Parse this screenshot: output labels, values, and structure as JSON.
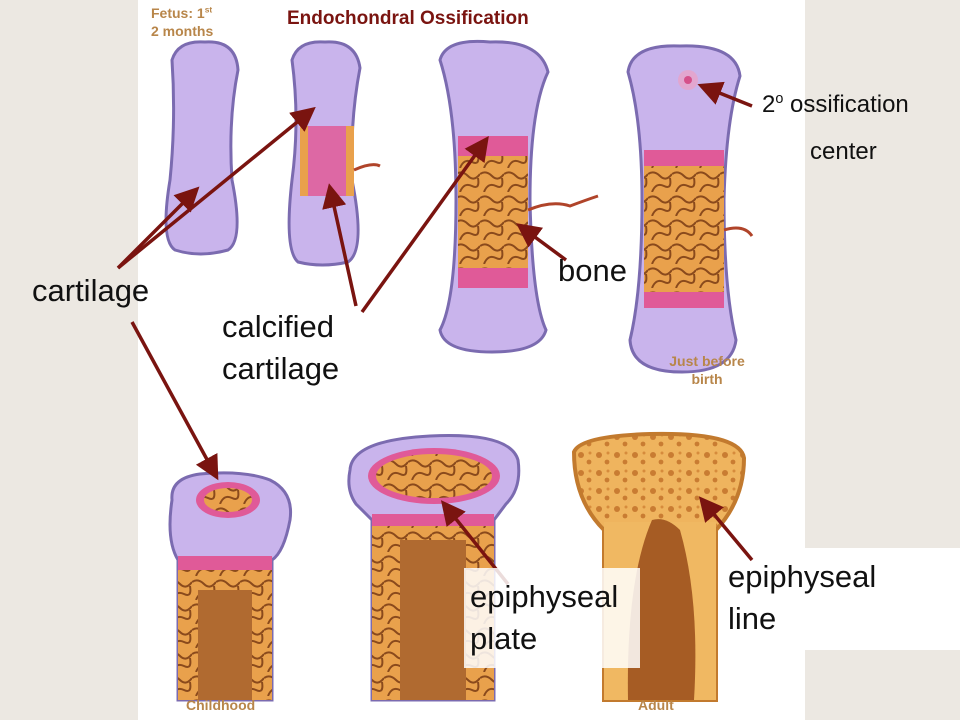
{
  "header": {
    "title": "Endochondral Ossification",
    "stage_fetus_line1": "Fetus: 1",
    "stage_fetus_sup": "st",
    "stage_fetus_line2": "2 months"
  },
  "stages": {
    "birth_line1": "Just before",
    "birth_line2": "birth",
    "childhood": "Childhood",
    "adult": "Adult"
  },
  "labels": {
    "cartilage": "cartilage",
    "calcified_line1": "calcified",
    "calcified_line2": "cartilage",
    "bone": "bone",
    "secondary_number": "2",
    "secondary_sup": "o",
    "secondary_line1": " ossification",
    "secondary_line2": "center",
    "plate_line1": "epiphyseal",
    "plate_line2": "plate",
    "line_line1": "epiphyseal",
    "line_line2": "line"
  },
  "colors": {
    "cartilage": "#c9b4ec",
    "calcified": "#e05a98",
    "bone": "#e9a14c",
    "marrow": "#b06a30",
    "arrow": "#7a1410",
    "stage_text": "#b8864a"
  }
}
